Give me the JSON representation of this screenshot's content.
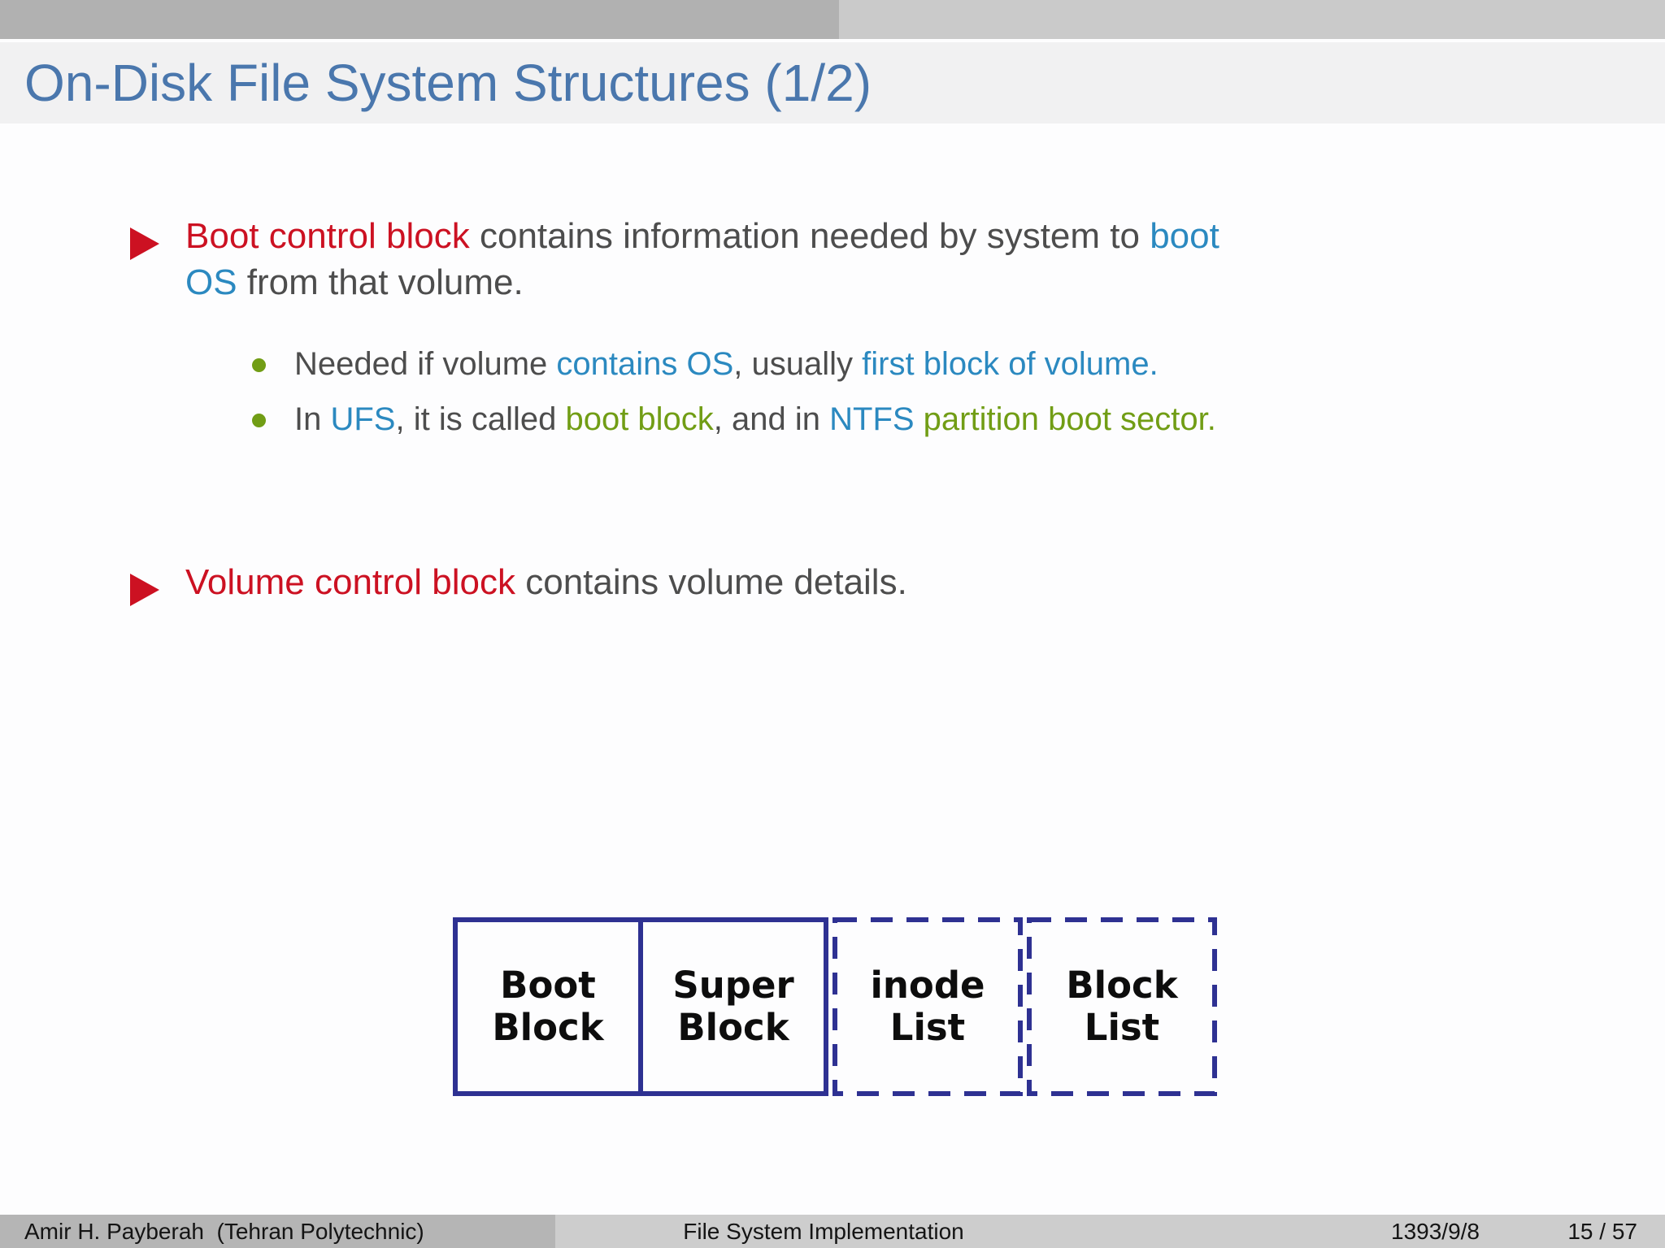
{
  "header": {
    "title": "On-Disk File System Structures (1/2)",
    "title_color": "#4a77ad",
    "band_color": "#f1f1f2",
    "topbar_left_color": "#b1b1b1",
    "topbar_right_color": "#cacaca"
  },
  "colors": {
    "accent_red": "#cc1122",
    "accent_blue": "#2b89c0",
    "accent_green": "#719d15",
    "body_gray": "#4d4d4d",
    "diagram_border": "#2e3192"
  },
  "content": {
    "bullet1": {
      "runs": [
        {
          "text": "Boot control block",
          "color": "#cc1122"
        },
        {
          "text": " contains information needed by system to ",
          "color": "#4d4d4d"
        },
        {
          "text": "boot",
          "color": "#2b89c0"
        },
        {
          "text": "OS",
          "color": "#2b89c0"
        },
        {
          "text": " from that volume.",
          "color": "#4d4d4d"
        }
      ]
    },
    "sub_bullets": [
      {
        "runs": [
          {
            "text": "Needed if volume ",
            "color": "#4d4d4d"
          },
          {
            "text": "contains OS",
            "color": "#2b89c0"
          },
          {
            "text": ", usually ",
            "color": "#4d4d4d"
          },
          {
            "text": "first block of volume.",
            "color": "#2b89c0"
          }
        ]
      },
      {
        "runs": [
          {
            "text": "In ",
            "color": "#4d4d4d"
          },
          {
            "text": "UFS",
            "color": "#2b89c0"
          },
          {
            "text": ", it is called ",
            "color": "#4d4d4d"
          },
          {
            "text": "boot block",
            "color": "#719d15"
          },
          {
            "text": ", and in ",
            "color": "#4d4d4d"
          },
          {
            "text": "NTFS ",
            "color": "#2b89c0"
          },
          {
            "text": "partition boot sector.",
            "color": "#719d15"
          }
        ]
      }
    ],
    "bullet2": {
      "runs": [
        {
          "text": "Volume control block",
          "color": "#cc1122"
        },
        {
          "text": " contains volume details.",
          "color": "#4d4d4d"
        }
      ]
    }
  },
  "diagram": {
    "border_color": "#2e3192",
    "blocks": [
      {
        "line1": "Boot",
        "line2": "Block",
        "border": "solid"
      },
      {
        "line1": "Super",
        "line2": "Block",
        "border": "solid"
      },
      {
        "line1": "inode",
        "line2": "List",
        "border": "dashed"
      },
      {
        "line1": "Block",
        "line2": "List",
        "border": "dashed"
      }
    ]
  },
  "footer": {
    "author": "Amir H. Payberah  (Tehran Polytechnic)",
    "deck_title": "File System Implementation",
    "date": "1393/9/8",
    "page": "15 / 57",
    "left_color": "#b5b5b5",
    "right_color": "#cdcdcd"
  }
}
